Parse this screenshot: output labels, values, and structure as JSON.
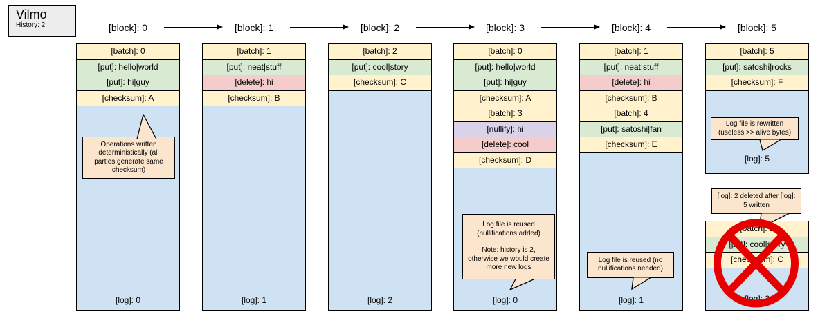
{
  "legend": {
    "title": "Vilmo",
    "subtitle": "History: 2"
  },
  "headers": [
    {
      "label": "[block]: 0"
    },
    {
      "label": "[block]: 1"
    },
    {
      "label": "[block]: 2"
    },
    {
      "label": "[block]: 3"
    },
    {
      "label": "[block]: 4"
    },
    {
      "label": "[block]: 5"
    }
  ],
  "columns": [
    {
      "name": "block-0",
      "rows": [
        {
          "type": "batch",
          "text": "[batch]: 0"
        },
        {
          "type": "put",
          "text": "[put]: hello|world"
        },
        {
          "type": "put",
          "text": "[put]: hi|guy"
        },
        {
          "type": "checksum",
          "text": "[checksum]: A"
        }
      ],
      "log": "[log]: 0"
    },
    {
      "name": "block-1",
      "rows": [
        {
          "type": "batch",
          "text": "[batch]: 1"
        },
        {
          "type": "put",
          "text": "[put]: neat|stuff"
        },
        {
          "type": "delete",
          "text": "[delete]: hi"
        },
        {
          "type": "checksum",
          "text": "[checksum]: B"
        }
      ],
      "log": "[log]: 1"
    },
    {
      "name": "block-2",
      "rows": [
        {
          "type": "batch",
          "text": "[batch]: 2"
        },
        {
          "type": "put",
          "text": "[put]: cool|story"
        },
        {
          "type": "checksum",
          "text": "[checksum]: C"
        }
      ],
      "log": "[log]: 2"
    },
    {
      "name": "block-3",
      "rows": [
        {
          "type": "batch",
          "text": "[batch]: 0"
        },
        {
          "type": "put",
          "text": "[put]: hello|world"
        },
        {
          "type": "put",
          "text": "[put]: hi|guy"
        },
        {
          "type": "checksum",
          "text": "[checksum]: A"
        },
        {
          "type": "batch",
          "text": "[batch]: 3"
        },
        {
          "type": "nullify",
          "text": "[nullify]: hi"
        },
        {
          "type": "delete",
          "text": "[delete]: cool"
        },
        {
          "type": "checksum",
          "text": "[checksum]: D"
        }
      ],
      "log": "[log]: 0"
    },
    {
      "name": "block-4",
      "rows": [
        {
          "type": "batch",
          "text": "[batch]: 1"
        },
        {
          "type": "put",
          "text": "[put]: neat|stuff"
        },
        {
          "type": "delete",
          "text": "[delete]: hi"
        },
        {
          "type": "checksum",
          "text": "[checksum]: B"
        },
        {
          "type": "batch",
          "text": "[batch]: 4"
        },
        {
          "type": "put",
          "text": "[put]: satoshi|fan"
        },
        {
          "type": "checksum",
          "text": "[checksum]: E"
        }
      ],
      "log": "[log]: 1"
    },
    {
      "name": "block-5-new",
      "rows": [
        {
          "type": "batch",
          "text": "[batch]: 5"
        },
        {
          "type": "put",
          "text": "[put]: satoshi|rocks"
        },
        {
          "type": "checksum",
          "text": "[checksum]: F"
        }
      ],
      "log": "[log]: 5"
    },
    {
      "name": "block-5-old-deleted",
      "rows": [
        {
          "type": "batch",
          "text": "[batch]: 2"
        },
        {
          "type": "put",
          "text": "[put]: cool|story"
        },
        {
          "type": "checksum",
          "text": "[checksum]: C"
        }
      ],
      "log": "[log]: 2"
    }
  ],
  "callouts": {
    "determinism": {
      "text": "Operations written deterministically (all parties generate same checksum)"
    },
    "reuse_nullify": {
      "line1": "Log file is reused (nullifications added)",
      "line2": "Note: history is 2, otherwise we would create more new logs"
    },
    "reuse_clean": {
      "text": "Log file is reused (no nullifications needed)"
    },
    "rewrite": {
      "text": "Log file is rewritten (useless >> alive bytes)"
    },
    "deleted_after": {
      "text": "[log]: 2 deleted after [log]: 5 written"
    }
  },
  "colors": {
    "batch": "#fff2cc",
    "checksum": "#fff2cc",
    "put": "#d9ead3",
    "delete": "#f4cccc",
    "nullify": "#d9d2e9",
    "log": "#cfe2f3",
    "callout": "#fce5cd",
    "prohibition": "#e60000",
    "legend_bg": "#ededed",
    "border": "#000000"
  }
}
